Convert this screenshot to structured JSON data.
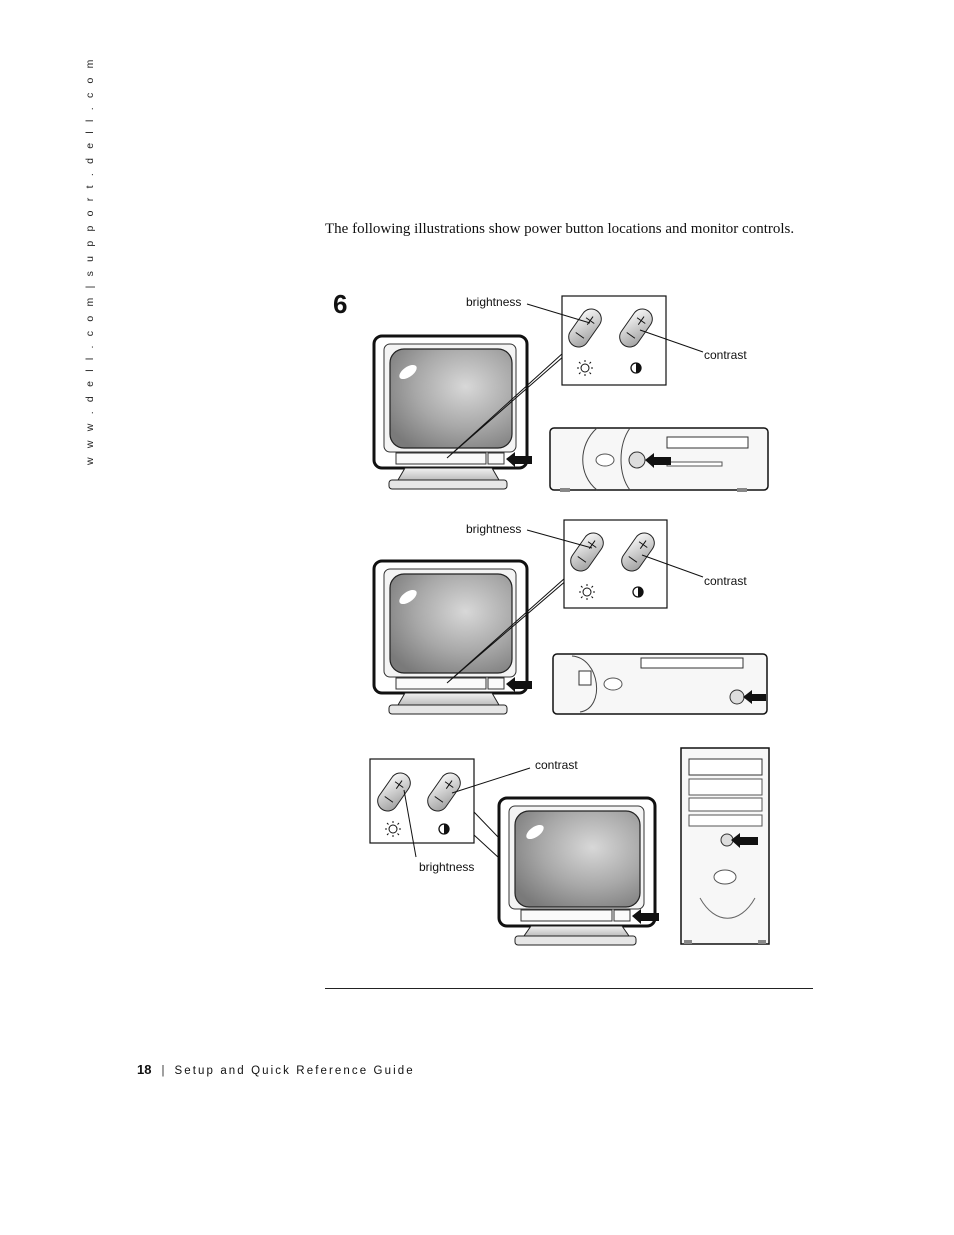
{
  "sidebar": {
    "url_text": "w w w . d e l l . c o m   |   s u p p o r t . d e l l . c o m"
  },
  "intro_text": "The following illustrations show power button locations and monitor controls.",
  "figure": {
    "step_number": "6",
    "panels": [
      {
        "brightness_label": "brightness",
        "contrast_label": "contrast"
      },
      {
        "brightness_label": "brightness",
        "contrast_label": "contrast"
      },
      {
        "brightness_label": "brightness",
        "contrast_label": "contrast"
      }
    ],
    "icons": [
      "monitor-icon",
      "brightness-sun-icon",
      "contrast-icon",
      "power-arrow-icon",
      "desktop-computer-icon",
      "tower-computer-icon"
    ]
  },
  "footer": {
    "page_number": "18",
    "separator": "|",
    "title": "Setup and Quick Reference Guide"
  }
}
